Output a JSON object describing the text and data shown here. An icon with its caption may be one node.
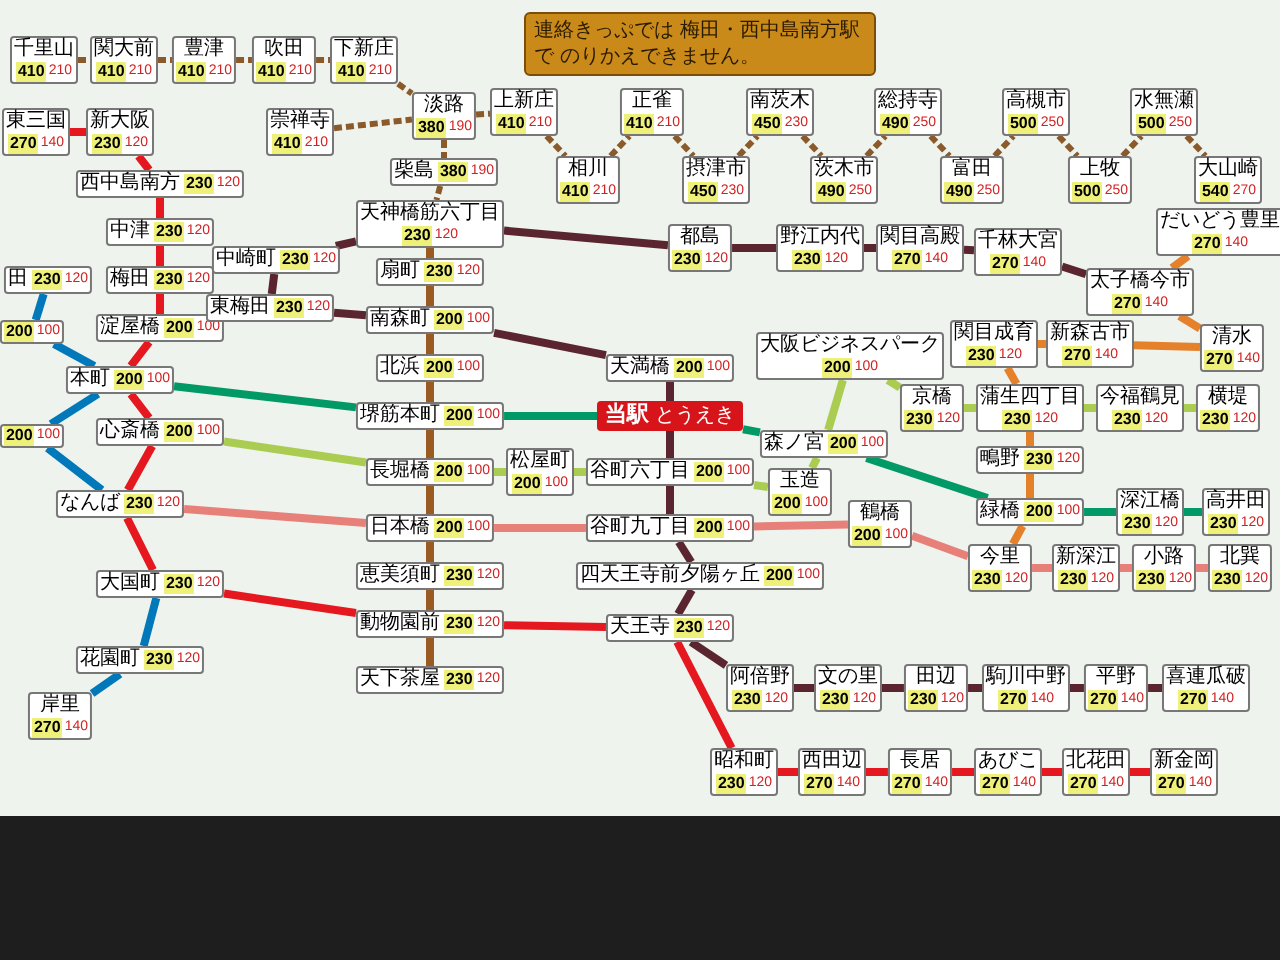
{
  "diagram": {
    "nodes": [
      {
        "text": [
          "千里山",
          "410",
          "210"
        ]
      },
      {
        "text": [
          "関大前",
          "410",
          "210"
        ]
      },
      {
        "text": [
          "豊津",
          "410",
          "210"
        ]
      },
      {
        "text": [
          "吹田",
          "410",
          "210"
        ]
      },
      {
        "text": [
          "下新庄",
          "410",
          "210"
        ]
      },
      {
        "text": [
          "崇禅寺",
          "410",
          "210"
        ]
      },
      {
        "text": [
          "淡路",
          "380",
          "190"
        ]
      },
      {
        "text": [
          "柴島",
          "380",
          "190"
        ]
      },
      {
        "text": [
          "上新庄",
          "410",
          "210"
        ]
      },
      {
        "text": [
          "相川",
          "410",
          "210"
        ]
      },
      {
        "text": [
          "正雀",
          "410",
          "210"
        ]
      },
      {
        "text": [
          "摂津市",
          "450",
          "230"
        ]
      },
      {
        "text": [
          "南茨木",
          "450",
          "230"
        ]
      },
      {
        "text": [
          "茨木市",
          "490",
          "250"
        ]
      },
      {
        "text": [
          "総持寺",
          "490",
          "250"
        ]
      },
      {
        "text": [
          "富田",
          "490",
          "250"
        ]
      },
      {
        "text": [
          "高槻市",
          "500",
          "250"
        ]
      },
      {
        "text": [
          "上牧",
          "500",
          "250"
        ]
      },
      {
        "text": [
          "水無瀬",
          "500",
          "250"
        ]
      },
      {
        "text": [
          "大山崎",
          "540",
          "270"
        ]
      },
      {
        "text": [
          "東三国",
          "270",
          "140"
        ]
      },
      {
        "text": [
          "新大阪",
          "230",
          "120"
        ]
      },
      {
        "text": [
          "西中島南方",
          "230",
          "120"
        ]
      },
      {
        "text": [
          "中津",
          "230",
          "120"
        ]
      },
      {
        "text": [
          "梅田",
          "230",
          "120"
        ]
      },
      {
        "text": [
          "淀屋橋",
          "200",
          "100"
        ]
      },
      {
        "text": [
          "本町",
          "200",
          "100"
        ]
      },
      {
        "text": [
          "心斎橋",
          "200",
          "100"
        ]
      },
      {
        "text": [
          "なんば",
          "230",
          "120"
        ]
      },
      {
        "text": [
          "大国町",
          "230",
          "120"
        ]
      },
      {
        "text": [
          "田",
          "230",
          "120"
        ]
      },
      {
        "text": [
          "200",
          "100"
        ]
      },
      {
        "text": [
          "200",
          "100"
        ]
      },
      {
        "text": [
          "花園町",
          "230",
          "120"
        ]
      },
      {
        "text": [
          "岸里",
          "270",
          "140"
        ]
      },
      {
        "text": [
          "中崎町",
          "230",
          "120"
        ]
      },
      {
        "text": [
          "東梅田",
          "230",
          "120"
        ]
      },
      {
        "text": [
          "天神橋筋六丁目",
          "230",
          "120"
        ]
      },
      {
        "text": [
          "扇町",
          "230",
          "120"
        ]
      },
      {
        "text": [
          "南森町",
          "200",
          "100"
        ]
      },
      {
        "text": [
          "北浜",
          "200",
          "100"
        ]
      },
      {
        "text": [
          "堺筋本町",
          "200",
          "100"
        ]
      },
      {
        "text": [
          "長堀橋",
          "200",
          "100"
        ]
      },
      {
        "text": [
          "日本橋",
          "200",
          "100"
        ]
      },
      {
        "text": [
          "恵美須町",
          "230",
          "120"
        ]
      },
      {
        "text": [
          "動物園前",
          "230",
          "120"
        ]
      },
      {
        "text": [
          "天下茶屋",
          "230",
          "120"
        ]
      },
      {
        "text": [
          "天満橋",
          "200",
          "100"
        ]
      },
      {
        "text": [
          "当駅",
          "とうえき"
        ]
      },
      {
        "text": [
          "谷町六丁目",
          "200",
          "100"
        ]
      },
      {
        "text": [
          "谷町九丁目",
          "200",
          "100"
        ]
      },
      {
        "text": [
          "四天王寺前夕陽ヶ丘",
          "200",
          "100"
        ]
      },
      {
        "text": [
          "天王寺",
          "230",
          "120"
        ]
      },
      {
        "text": [
          "阿倍野",
          "230",
          "120"
        ]
      },
      {
        "text": [
          "文の里",
          "230",
          "120"
        ]
      },
      {
        "text": [
          "田辺",
          "230",
          "120"
        ]
      },
      {
        "text": [
          "駒川中野",
          "270",
          "140"
        ]
      },
      {
        "text": [
          "平野",
          "270",
          "140"
        ]
      },
      {
        "text": [
          "喜連瓜破",
          "270",
          "140"
        ]
      },
      {
        "text": [
          "昭和町",
          "230",
          "120"
        ]
      },
      {
        "text": [
          "西田辺",
          "270",
          "140"
        ]
      },
      {
        "text": [
          "長居",
          "270",
          "140"
        ]
      },
      {
        "text": [
          "あびこ",
          "270",
          "140"
        ]
      },
      {
        "text": [
          "北花田",
          "270",
          "140"
        ]
      },
      {
        "text": [
          "新金岡",
          "270",
          "140"
        ]
      },
      {
        "text": [
          "都島",
          "230",
          "120"
        ]
      },
      {
        "text": [
          "野江内代",
          "230",
          "120"
        ]
      },
      {
        "text": [
          "関目高殿",
          "270",
          "140"
        ]
      },
      {
        "text": [
          "千林大宮",
          "270",
          "140"
        ]
      },
      {
        "text": [
          "太子橋今市",
          "270",
          "140"
        ]
      },
      {
        "text": [
          "だいどう豊里",
          "270",
          "140"
        ]
      },
      {
        "text": [
          "清水",
          "270",
          "140"
        ]
      },
      {
        "text": [
          "新森古市",
          "270",
          "140"
        ]
      },
      {
        "text": [
          "関目成育",
          "230",
          "120"
        ]
      },
      {
        "text": [
          "蒲生四丁目",
          "230",
          "120"
        ]
      },
      {
        "text": [
          "鴫野",
          "230",
          "120"
        ]
      },
      {
        "text": [
          "緑橋",
          "200",
          "100"
        ]
      },
      {
        "text": [
          "今里",
          "230",
          "120"
        ]
      },
      {
        "text": [
          "森ノ宮",
          "200",
          "100"
        ]
      },
      {
        "text": [
          "深江橋",
          "230",
          "120"
        ]
      },
      {
        "text": [
          "高井田",
          "230",
          "120"
        ]
      },
      {
        "text": [
          "松屋町",
          "200",
          "100"
        ]
      },
      {
        "text": [
          "玉造",
          "200",
          "100"
        ]
      },
      {
        "text": [
          "大阪ビジネスパーク",
          "200",
          "100"
        ]
      },
      {
        "text": [
          "京橋",
          "230",
          "120"
        ]
      },
      {
        "text": [
          "今福鶴見",
          "230",
          "120"
        ]
      },
      {
        "text": [
          "横堤",
          "230",
          "120"
        ]
      },
      {
        "text": [
          "鶴橋",
          "200",
          "100"
        ]
      },
      {
        "text": [
          "新深江",
          "230",
          "120"
        ]
      },
      {
        "text": [
          "小路",
          "230",
          "120"
        ]
      },
      {
        "text": [
          "北巽",
          "230",
          "120"
        ]
      }
    ],
    "edges": [
      {
        "from": 0,
        "to": 1,
        "arrow": "none",
        "style": "dashed",
        "color": "#8b5a2b"
      },
      {
        "from": 1,
        "to": 2,
        "arrow": "none",
        "style": "dashed",
        "color": "#8b5a2b"
      },
      {
        "from": 2,
        "to": 3,
        "arrow": "none",
        "style": "dashed",
        "color": "#8b5a2b"
      },
      {
        "from": 3,
        "to": 4,
        "arrow": "none",
        "style": "dashed",
        "color": "#8b5a2b"
      },
      {
        "from": 4,
        "to": 6,
        "arrow": "none",
        "style": "dashed",
        "color": "#8b5a2b"
      },
      {
        "from": 5,
        "to": 6,
        "arrow": "none",
        "style": "dashed",
        "color": "#8b5a2b"
      },
      {
        "from": 6,
        "to": 7,
        "arrow": "none",
        "style": "dashed",
        "color": "#8b5a2b"
      },
      {
        "from": 7,
        "to": 37,
        "arrow": "none",
        "style": "dashed",
        "color": "#8b5a2b"
      },
      {
        "from": 6,
        "to": 8,
        "arrow": "none",
        "style": "dashed",
        "color": "#8b5a2b"
      },
      {
        "from": 8,
        "to": 9,
        "arrow": "none",
        "style": "dashed",
        "color": "#8b5a2b"
      },
      {
        "from": 9,
        "to": 10,
        "arrow": "none",
        "style": "dashed",
        "color": "#8b5a2b"
      },
      {
        "from": 10,
        "to": 11,
        "arrow": "none",
        "style": "dashed",
        "color": "#8b5a2b"
      },
      {
        "from": 11,
        "to": 12,
        "arrow": "none",
        "style": "dashed",
        "color": "#8b5a2b"
      },
      {
        "from": 12,
        "to": 13,
        "arrow": "none",
        "style": "dashed",
        "color": "#8b5a2b"
      },
      {
        "from": 13,
        "to": 14,
        "arrow": "none",
        "style": "dashed",
        "color": "#8b5a2b"
      },
      {
        "from": 14,
        "to": 15,
        "arrow": "none",
        "style": "dashed",
        "color": "#8b5a2b"
      },
      {
        "from": 15,
        "to": 16,
        "arrow": "none",
        "style": "dashed",
        "color": "#8b5a2b"
      },
      {
        "from": 16,
        "to": 17,
        "arrow": "none",
        "style": "dashed",
        "color": "#8b5a2b"
      },
      {
        "from": 17,
        "to": 18,
        "arrow": "none",
        "style": "dashed",
        "color": "#8b5a2b"
      },
      {
        "from": 18,
        "to": 19,
        "arrow": "none",
        "style": "dashed",
        "color": "#8b5a2b"
      },
      {
        "from": 20,
        "to": 21,
        "arrow": "none",
        "color": "#e5171f"
      },
      {
        "from": 21,
        "to": 22,
        "arrow": "none",
        "color": "#e5171f"
      },
      {
        "from": 22,
        "to": 23,
        "arrow": "none",
        "color": "#e5171f"
      },
      {
        "from": 23,
        "to": 24,
        "arrow": "none",
        "color": "#e5171f"
      },
      {
        "from": 24,
        "to": 25,
        "arrow": "none",
        "color": "#e5171f"
      },
      {
        "from": 25,
        "to": 26,
        "arrow": "none",
        "color": "#e5171f"
      },
      {
        "from": 26,
        "to": 27,
        "arrow": "none",
        "color": "#e5171f"
      },
      {
        "from": 27,
        "to": 28,
        "arrow": "none",
        "color": "#e5171f"
      },
      {
        "from": 28,
        "to": 29,
        "arrow": "none",
        "color": "#e5171f"
      },
      {
        "from": 29,
        "to": 45,
        "arrow": "none",
        "color": "#e5171f"
      },
      {
        "from": 45,
        "to": 52,
        "arrow": "none",
        "color": "#e5171f"
      },
      {
        "from": 52,
        "to": 59,
        "arrow": "none",
        "color": "#e5171f"
      },
      {
        "from": 59,
        "to": 60,
        "arrow": "none",
        "color": "#e5171f"
      },
      {
        "from": 60,
        "to": 61,
        "arrow": "none",
        "color": "#e5171f"
      },
      {
        "from": 61,
        "to": 62,
        "arrow": "none",
        "color": "#e5171f"
      },
      {
        "from": 62,
        "to": 63,
        "arrow": "none",
        "color": "#e5171f"
      },
      {
        "from": 63,
        "to": 64,
        "arrow": "none",
        "color": "#e5171f"
      },
      {
        "from": 30,
        "to": 31,
        "arrow": "none",
        "color": "#0078ba"
      },
      {
        "from": 31,
        "to": 26,
        "arrow": "none",
        "color": "#0078ba"
      },
      {
        "from": 26,
        "to": 32,
        "arrow": "none",
        "color": "#0078ba"
      },
      {
        "from": 32,
        "to": 28,
        "arrow": "none",
        "color": "#0078ba"
      },
      {
        "from": 29,
        "to": 33,
        "arrow": "none",
        "color": "#0078ba"
      },
      {
        "from": 33,
        "to": 34,
        "arrow": "none",
        "color": "#0078ba"
      },
      {
        "from": 37,
        "to": 35,
        "arrow": "none",
        "color": "#5b2530"
      },
      {
        "from": 35,
        "to": 36,
        "arrow": "none",
        "color": "#5b2530"
      },
      {
        "from": 36,
        "to": 39,
        "arrow": "none",
        "color": "#5b2530"
      },
      {
        "from": 39,
        "to": 47,
        "arrow": "none",
        "color": "#5b2530"
      },
      {
        "from": 47,
        "to": 48,
        "arrow": "none",
        "color": "#5b2530"
      },
      {
        "from": 48,
        "to": 49,
        "arrow": "none",
        "color": "#5b2530"
      },
      {
        "from": 49,
        "to": 50,
        "arrow": "none",
        "color": "#5b2530"
      },
      {
        "from": 50,
        "to": 51,
        "arrow": "none",
        "color": "#5b2530"
      },
      {
        "from": 51,
        "to": 52,
        "arrow": "none",
        "color": "#5b2530"
      },
      {
        "from": 52,
        "to": 53,
        "arrow": "none",
        "color": "#5b2530"
      },
      {
        "from": 53,
        "to": 54,
        "arrow": "none",
        "color": "#5b2530"
      },
      {
        "from": 54,
        "to": 55,
        "arrow": "none",
        "color": "#5b2530"
      },
      {
        "from": 55,
        "to": 56,
        "arrow": "none",
        "color": "#5b2530"
      },
      {
        "from": 56,
        "to": 57,
        "arrow": "none",
        "color": "#5b2530"
      },
      {
        "from": 57,
        "to": 58,
        "arrow": "none",
        "color": "#5b2530"
      },
      {
        "from": 37,
        "to": 65,
        "arrow": "none",
        "color": "#5b2530"
      },
      {
        "from": 65,
        "to": 66,
        "arrow": "none",
        "color": "#5b2530"
      },
      {
        "from": 66,
        "to": 67,
        "arrow": "none",
        "color": "#5b2530"
      },
      {
        "from": 67,
        "to": 68,
        "arrow": "none",
        "color": "#5b2530"
      },
      {
        "from": 68,
        "to": 69,
        "arrow": "none",
        "color": "#5b2530"
      },
      {
        "from": 37,
        "to": 38,
        "arrow": "none",
        "color": "#9a5a22"
      },
      {
        "from": 38,
        "to": 39,
        "arrow": "none",
        "color": "#9a5a22"
      },
      {
        "from": 39,
        "to": 40,
        "arrow": "none",
        "color": "#9a5a22"
      },
      {
        "from": 40,
        "to": 41,
        "arrow": "none",
        "color": "#9a5a22"
      },
      {
        "from": 41,
        "to": 42,
        "arrow": "none",
        "color": "#9a5a22"
      },
      {
        "from": 42,
        "to": 43,
        "arrow": "none",
        "color": "#9a5a22"
      },
      {
        "from": 43,
        "to": 44,
        "arrow": "none",
        "color": "#9a5a22"
      },
      {
        "from": 44,
        "to": 45,
        "arrow": "none",
        "color": "#9a5a22"
      },
      {
        "from": 45,
        "to": 46,
        "arrow": "none",
        "color": "#9a5a22"
      },
      {
        "from": 26,
        "to": 41,
        "arrow": "none",
        "color": "#019a66"
      },
      {
        "from": 41,
        "to": 48,
        "arrow": "none",
        "color": "#019a66"
      },
      {
        "from": 48,
        "to": 78,
        "arrow": "none",
        "color": "#019a66"
      },
      {
        "from": 78,
        "to": 76,
        "arrow": "none",
        "color": "#019a66"
      },
      {
        "from": 76,
        "to": 79,
        "arrow": "none",
        "color": "#019a66"
      },
      {
        "from": 79,
        "to": 80,
        "arrow": "none",
        "color": "#019a66"
      },
      {
        "from": 27,
        "to": 42,
        "arrow": "none",
        "color": "#a9cc51"
      },
      {
        "from": 42,
        "to": 81,
        "arrow": "none",
        "color": "#a9cc51"
      },
      {
        "from": 81,
        "to": 49,
        "arrow": "none",
        "color": "#a9cc51"
      },
      {
        "from": 49,
        "to": 82,
        "arrow": "none",
        "color": "#a9cc51"
      },
      {
        "from": 82,
        "to": 78,
        "arrow": "none",
        "color": "#a9cc51"
      },
      {
        "from": 78,
        "to": 83,
        "arrow": "none",
        "color": "#a9cc51"
      },
      {
        "from": 83,
        "to": 84,
        "arrow": "none",
        "color": "#a9cc51"
      },
      {
        "from": 84,
        "to": 74,
        "arrow": "none",
        "color": "#a9cc51"
      },
      {
        "from": 74,
        "to": 85,
        "arrow": "none",
        "color": "#a9cc51"
      },
      {
        "from": 85,
        "to": 86,
        "arrow": "none",
        "color": "#a9cc51"
      },
      {
        "from": 28,
        "to": 43,
        "arrow": "none",
        "color": "#e8807a"
      },
      {
        "from": 43,
        "to": 50,
        "arrow": "none",
        "color": "#e8807a"
      },
      {
        "from": 50,
        "to": 87,
        "arrow": "none",
        "color": "#e8807a"
      },
      {
        "from": 87,
        "to": 77,
        "arrow": "none",
        "color": "#e8807a"
      },
      {
        "from": 77,
        "to": 88,
        "arrow": "none",
        "color": "#e8807a"
      },
      {
        "from": 88,
        "to": 89,
        "arrow": "none",
        "color": "#e8807a"
      },
      {
        "from": 89,
        "to": 90,
        "arrow": "none",
        "color": "#e8807a"
      },
      {
        "from": 70,
        "to": 69,
        "arrow": "none",
        "color": "#e5812b"
      },
      {
        "from": 69,
        "to": 71,
        "arrow": "none",
        "color": "#e5812b"
      },
      {
        "from": 71,
        "to": 72,
        "arrow": "none",
        "color": "#e5812b"
      },
      {
        "from": 72,
        "to": 73,
        "arrow": "none",
        "color": "#e5812b"
      },
      {
        "from": 73,
        "to": 74,
        "arrow": "none",
        "color": "#e5812b"
      },
      {
        "from": 74,
        "to": 75,
        "arrow": "none",
        "color": "#e5812b"
      },
      {
        "from": 75,
        "to": 76,
        "arrow": "none",
        "color": "#e5812b"
      },
      {
        "from": 76,
        "to": 77,
        "arrow": "none",
        "color": "#e5812b"
      }
    ],
    "labels": [
      "連絡きっぷでは 梅田・西中島南方駅で のりかえできません。"
    ]
  }
}
